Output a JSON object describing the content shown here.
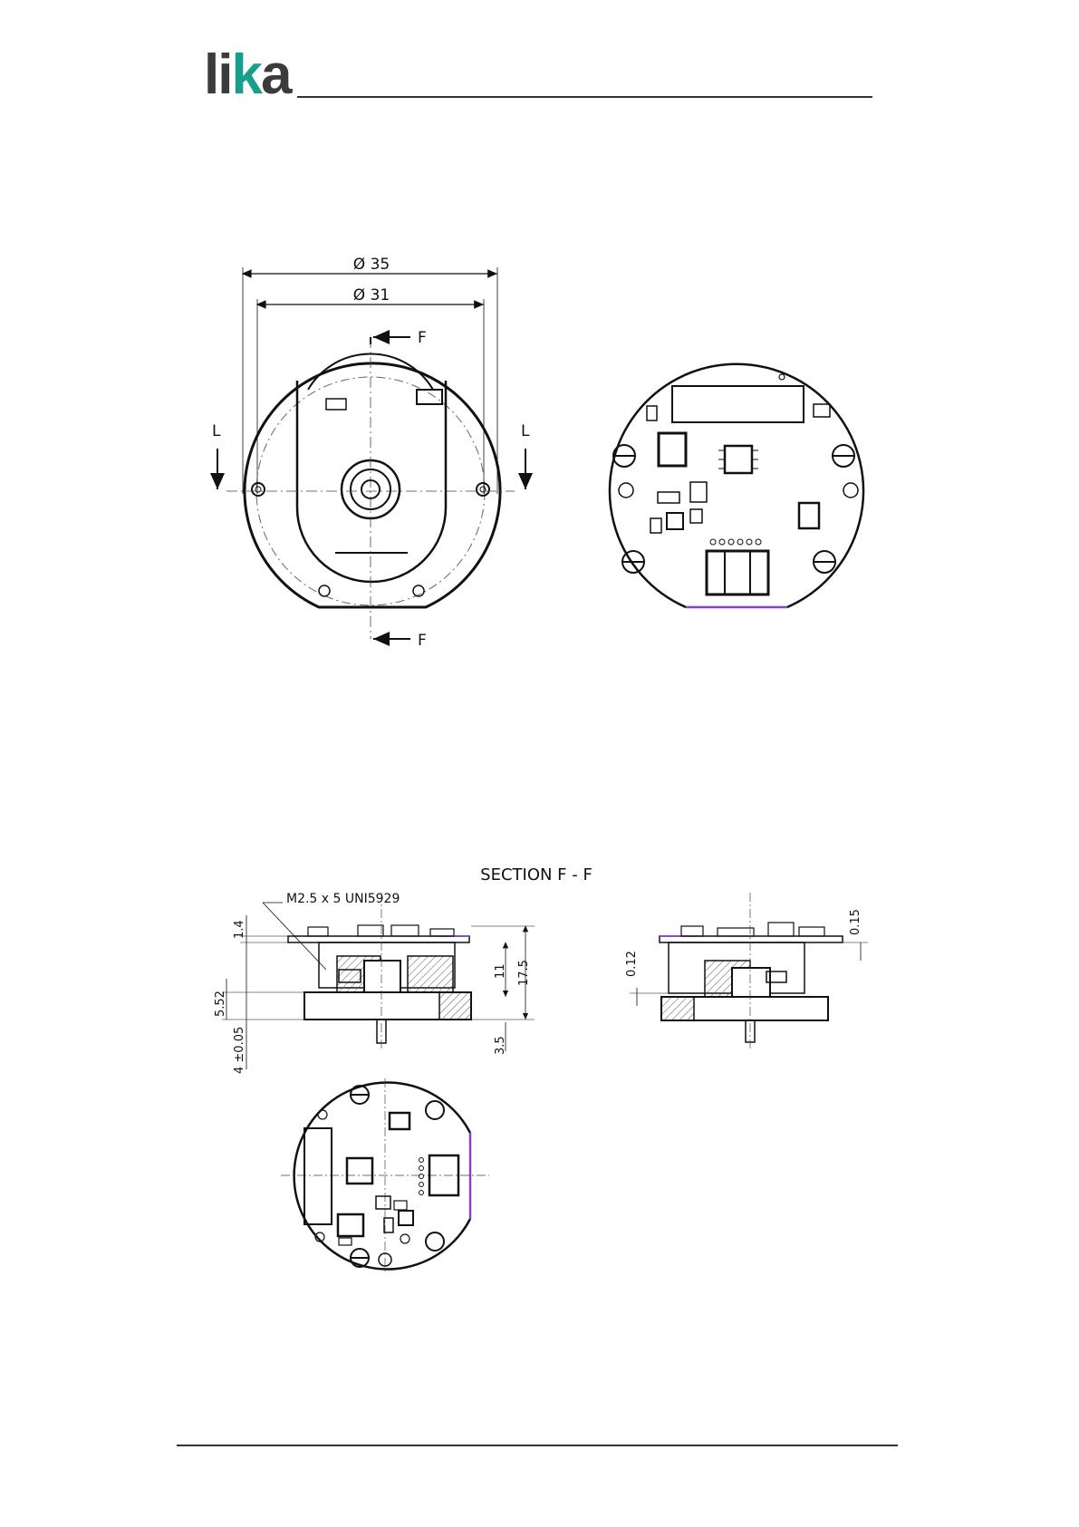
{
  "header": {
    "logo_main": "li",
    "logo_accent": "k",
    "logo_tail": "a"
  },
  "top_view": {
    "dim_outer": "Ø 35",
    "dim_inner": "Ø 31",
    "section_mark_top": "F",
    "section_mark_bottom": "F",
    "section_mark_left": "L",
    "section_mark_right": "L"
  },
  "section": {
    "title": "SECTION F - F",
    "screw_callout": "M2.5 x 5 UNI5929",
    "dims_left": {
      "d1": "1.4",
      "d2": "5.52",
      "d3": "4 ±0.05"
    },
    "dims_right": {
      "d1": "11",
      "d2": "17.5",
      "d3": "3.5"
    },
    "dims_secondary": {
      "d1": "0.12",
      "d2": "0.15"
    }
  },
  "colors": {
    "logo_accent": "#1a9e8c",
    "pcb_edge": "#8a3fc7",
    "line": "#111111"
  }
}
